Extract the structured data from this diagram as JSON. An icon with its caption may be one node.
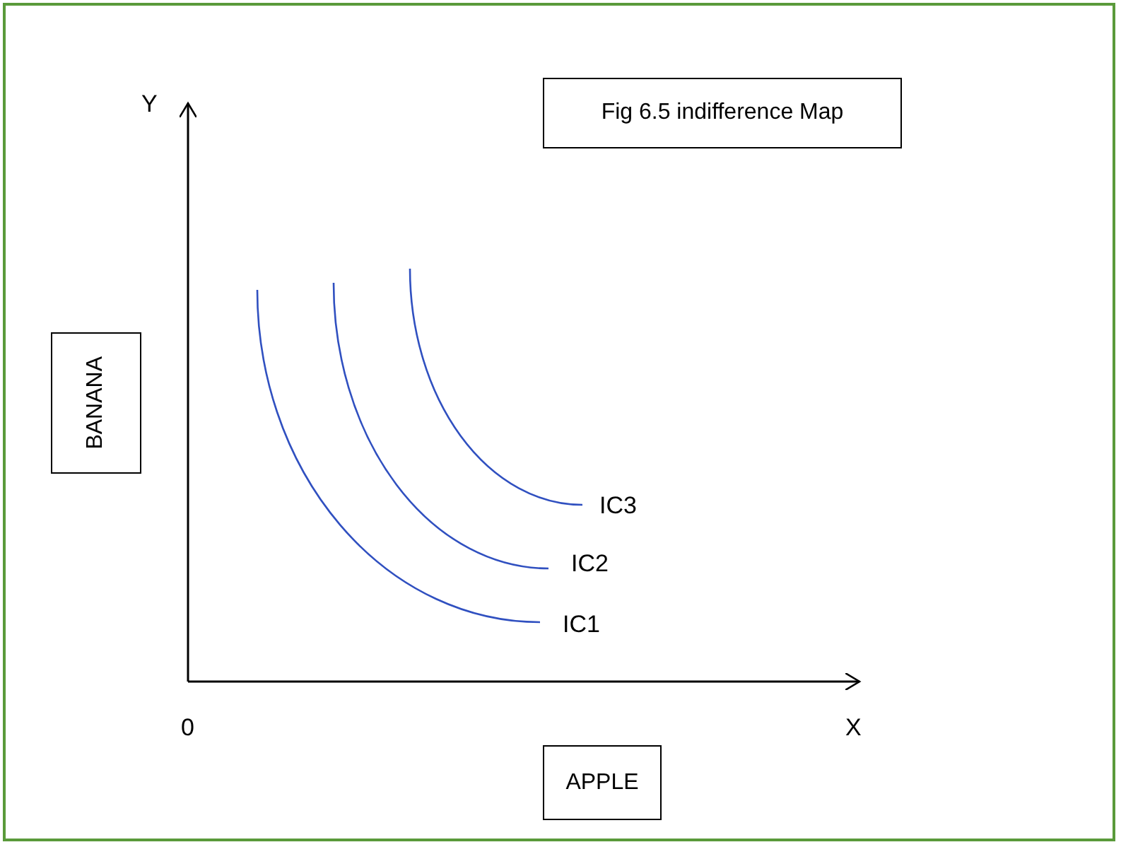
{
  "diagram": {
    "nodes": [
      {
        "text": [
          "Fig 6.5 indifference Map"
        ]
      },
      {
        "text": [
          "BANANA"
        ]
      },
      {
        "text": [
          "APPLE"
        ]
      }
    ],
    "labels": [
      "Y",
      "IC3",
      "IC2",
      "IC1",
      "0",
      "X"
    ]
  }
}
